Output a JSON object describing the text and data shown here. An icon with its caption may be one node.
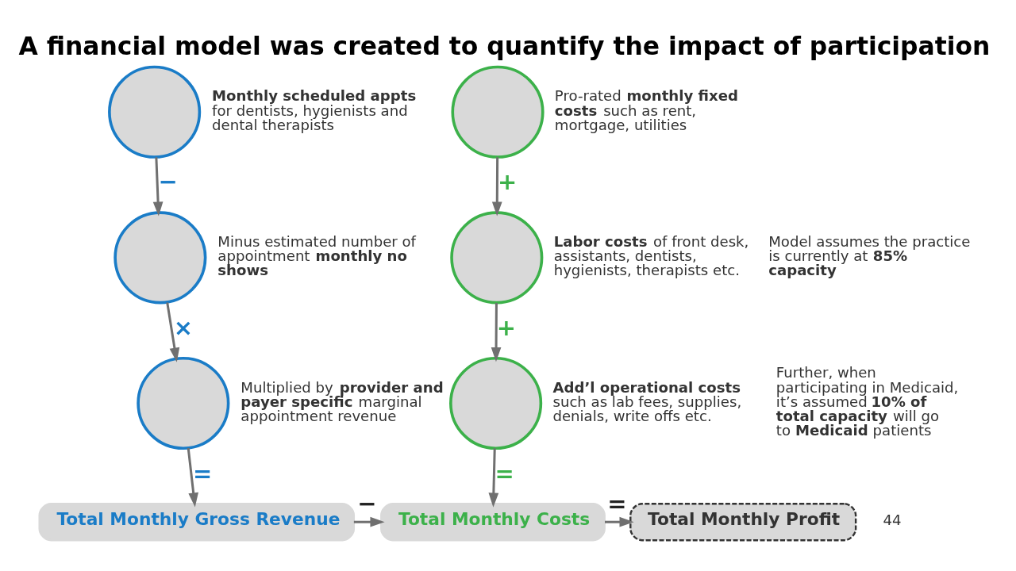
{
  "diagram": {
    "title": "A financial model was created to quantify the impact of participation",
    "nodes": [
      {
        "text": [],
        "shape": "circle",
        "beside": [
          "**Monthly scheduled appts** for dentists, hygienists and dental therapists"
        ]
      },
      {
        "text": [],
        "shape": "circle",
        "beside": [
          "Minus estimated number of appointment **monthly no shows**"
        ]
      },
      {
        "text": [],
        "shape": "circle",
        "beside": [
          "Multiplied by **provider and payer specific** marginal appointment revenue"
        ]
      },
      {
        "text": [],
        "shape": "circle",
        "beside": [
          "Pro-rated **monthly fixed costs** such as rent, mortgage, utilities"
        ]
      },
      {
        "text": [],
        "shape": "circle",
        "beside": [
          "**Labor costs** of front desk, assistants, dentists, hygienists, therapists etc."
        ]
      },
      {
        "text": [],
        "shape": "circle",
        "beside": [
          "**Add’l operational costs** such as lab fees, supplies, denials, write offs etc."
        ]
      },
      {
        "text": [
          "Total Monthly Gross Revenue"
        ]
      },
      {
        "text": [
          "Total Monthly Costs"
        ]
      },
      {
        "text": [
          "Total Monthly Profit"
        ]
      }
    ],
    "edges": [
      {
        "from": 0,
        "to": 1,
        "arrow": "to",
        "label": "−"
      },
      {
        "from": 1,
        "to": 2,
        "arrow": "to",
        "label": "×"
      },
      {
        "from": 2,
        "to": 6,
        "arrow": "to",
        "label": "="
      },
      {
        "from": 3,
        "to": 4,
        "arrow": "to",
        "label": "+"
      },
      {
        "from": 4,
        "to": 5,
        "arrow": "to",
        "label": "+"
      },
      {
        "from": 5,
        "to": 7,
        "arrow": "to",
        "label": "="
      },
      {
        "from": 6,
        "to": 7,
        "arrow": "to",
        "label": "−"
      },
      {
        "from": 7,
        "to": 8,
        "arrow": "to",
        "label": "="
      }
    ],
    "labels": [
      "Model assumes the practice is currently at **85% capacity**",
      "Further, when participating in Medicaid, it’s assumed **10% of total capacity** will go to **Medicaid** patients",
      "44"
    ]
  }
}
